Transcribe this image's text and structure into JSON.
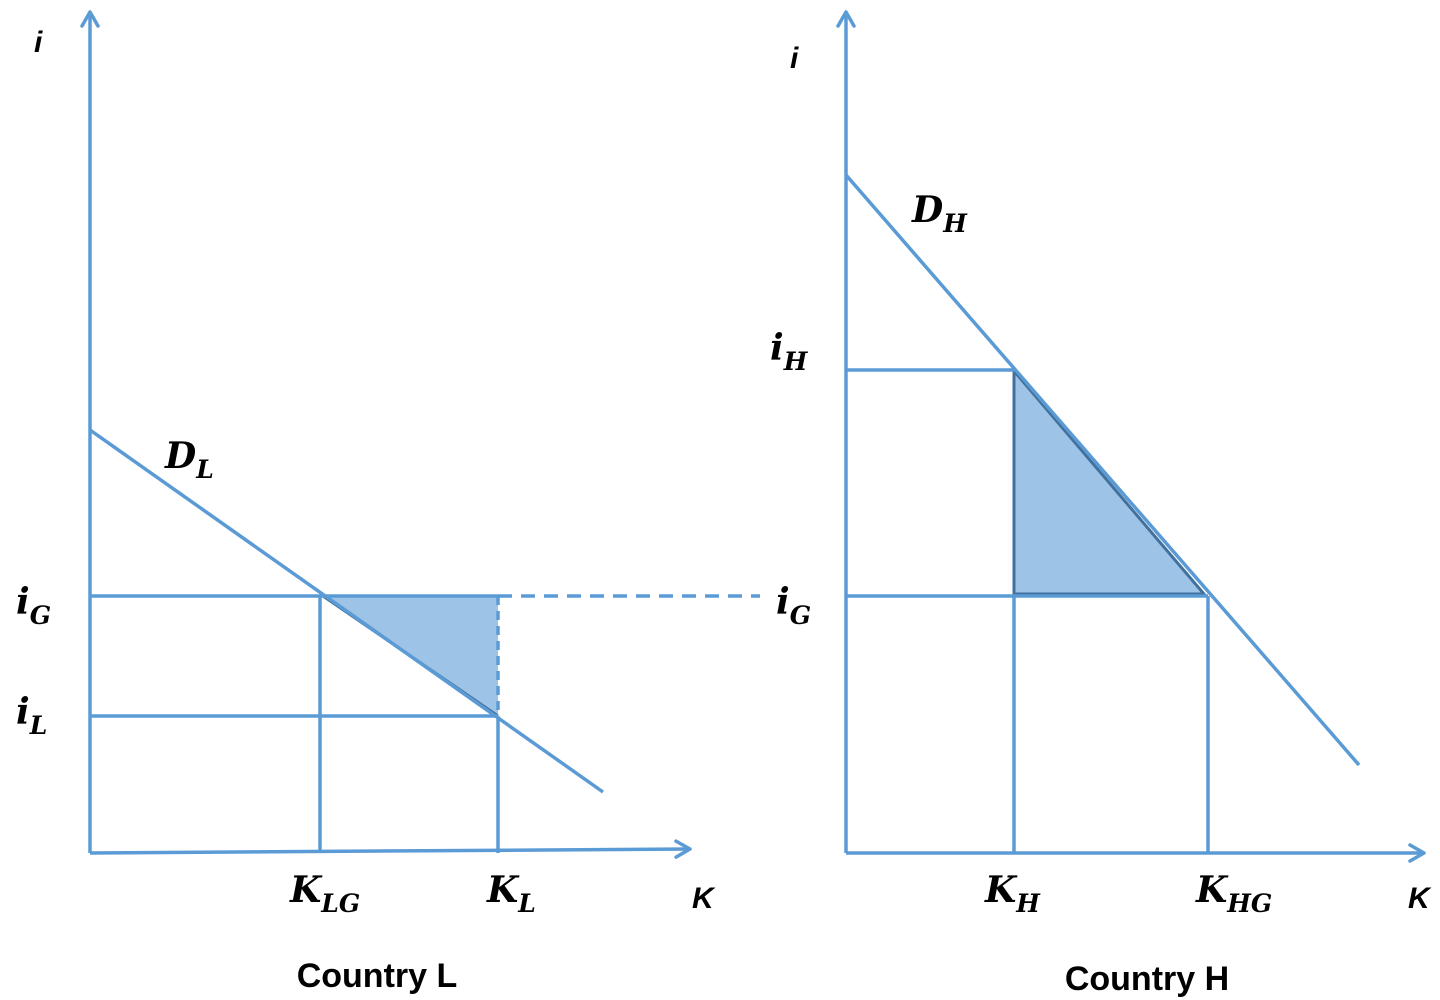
{
  "colors": {
    "line": "#5b9bd5",
    "fill": "#9dc3e6",
    "edge": "#41719c",
    "text": "#000000"
  },
  "panels": [
    {
      "id": "country-l",
      "caption": "Country L",
      "y_axis_label": "i",
      "x_axis_label": "K",
      "demand_label": {
        "main": "D",
        "sub": "L"
      },
      "rate_labels": [
        {
          "main": "i",
          "sub": "G"
        },
        {
          "main": "i",
          "sub": "L"
        }
      ],
      "quantity_labels": [
        {
          "main": "K",
          "sub": "LG"
        },
        {
          "main": "K",
          "sub": "L"
        }
      ]
    },
    {
      "id": "country-h",
      "caption": "Country H",
      "y_axis_label": "i",
      "x_axis_label": "K",
      "demand_label": {
        "main": "D",
        "sub": "H"
      },
      "rate_labels": [
        {
          "main": "i",
          "sub": "H"
        },
        {
          "main": "i",
          "sub": "G"
        }
      ],
      "quantity_labels": [
        {
          "main": "K",
          "sub": "H"
        },
        {
          "main": "K",
          "sub": "HG"
        }
      ]
    }
  ]
}
